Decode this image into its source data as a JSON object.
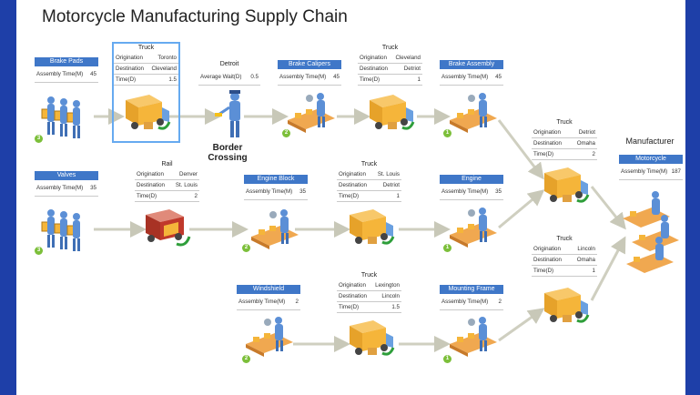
{
  "title": "Motorcycle Manufacturing Supply Chain",
  "labels": {
    "border_crossing": "Border\nCrossing",
    "manufacturer": "Manufacturer"
  },
  "suppliers": {
    "brake_pads": {
      "name": "Brake Pads",
      "field": "Assembly Time(M)",
      "value": "45",
      "badge": "3"
    },
    "valves": {
      "name": "Valves",
      "field": "Assembly Time(M)",
      "value": "35",
      "badge": "3"
    }
  },
  "assemblies": {
    "brake_calipers": {
      "name": "Brake Calipers",
      "field": "Assembly Time(M)",
      "value": "45",
      "badge": "2"
    },
    "brake_assembly": {
      "name": "Brake Assembly",
      "field": "Assembly Time(M)",
      "value": "45",
      "badge": "1"
    },
    "engine_block": {
      "name": "Engine Block",
      "field": "Assembly Time(M)",
      "value": "35",
      "badge": "2"
    },
    "engine": {
      "name": "Engine",
      "field": "Assembly Time(M)",
      "value": "35",
      "badge": "1"
    },
    "windshield": {
      "name": "Windshield",
      "field": "Assembly Time(M)",
      "value": "2",
      "badge": "2"
    },
    "mounting_frame": {
      "name": "Mounting Frame",
      "field": "Assembly Time(M)",
      "value": "2",
      "badge": "1"
    },
    "motorcycle": {
      "name": "Motorcycle",
      "field": "Assembly Time(M)",
      "value": "187"
    }
  },
  "detroit": {
    "name": "Detroit",
    "field": "Average Wait(D)",
    "value": "0.5"
  },
  "shipments": {
    "truck1": {
      "mode": "Truck",
      "origination": "Toronto",
      "destination": "Cleveland",
      "time": "1.5"
    },
    "truck2": {
      "mode": "Truck",
      "origination": "Cleveland",
      "destination": "Detriot",
      "time": "1"
    },
    "rail1": {
      "mode": "Rail",
      "origination": "Denver",
      "destination": "St. Louis",
      "time": "2"
    },
    "truck3": {
      "mode": "Truck",
      "origination": "St. Louis",
      "destination": "Detriot",
      "time": "1"
    },
    "truck4": {
      "mode": "Truck",
      "origination": "Lexington",
      "destination": "Lincoln",
      "time": "1.5"
    },
    "truck5": {
      "mode": "Truck",
      "origination": "Detriot",
      "destination": "Omaha",
      "time": "2"
    },
    "truck6": {
      "mode": "Truck",
      "origination": "Lincoln",
      "destination": "Omaha",
      "time": "1"
    }
  },
  "row_labels": {
    "origination": "Origination",
    "destination": "Destination",
    "time": "Time(D)"
  },
  "colors": {
    "frame": "#1e3fa8",
    "header": "#3f77c8",
    "badge": "#7cbf3a",
    "truck": "#f5b53a",
    "rail": "#c0392b",
    "person": "#5b8fd6",
    "arrow": "#2e9e3a"
  },
  "icons": [
    "worker-boxes-icon",
    "truck-icon",
    "rail-car-icon",
    "border-guard-icon",
    "assembly-line-icon"
  ]
}
